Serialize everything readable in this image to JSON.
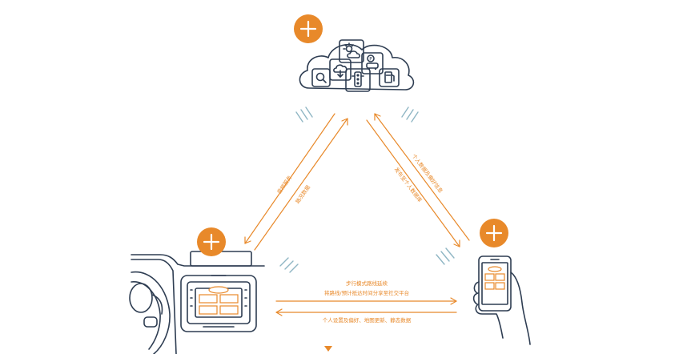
{
  "colors": {
    "accent": "#e8892a",
    "outline": "#2e3d52",
    "signal": "#8fb6c4"
  },
  "nodes": {
    "cloud": {
      "icons": [
        "search-icon",
        "cloud-download-icon",
        "weather-icon",
        "traffic-light-icon",
        "parking-icon",
        "fuel-icon"
      ]
    },
    "car": {
      "icons": [
        "steering-wheel-icon",
        "head-unit-icon"
      ]
    },
    "phone": {
      "icons": [
        "smartphone-icon",
        "hand-icon"
      ]
    }
  },
  "labels": {
    "cloud_car_1": "音频服务",
    "cloud_car_2": "路况数据",
    "cloud_phone_1": "个人数据及偏好信息",
    "cloud_phone_2": "发布至个人数据库",
    "car_phone_1": "步行模式路线延续",
    "car_phone_2": "将路线/预计抵达时间分享至社交平台",
    "phone_car_1": "个人设置及偏好、地图更新、静态数据"
  }
}
